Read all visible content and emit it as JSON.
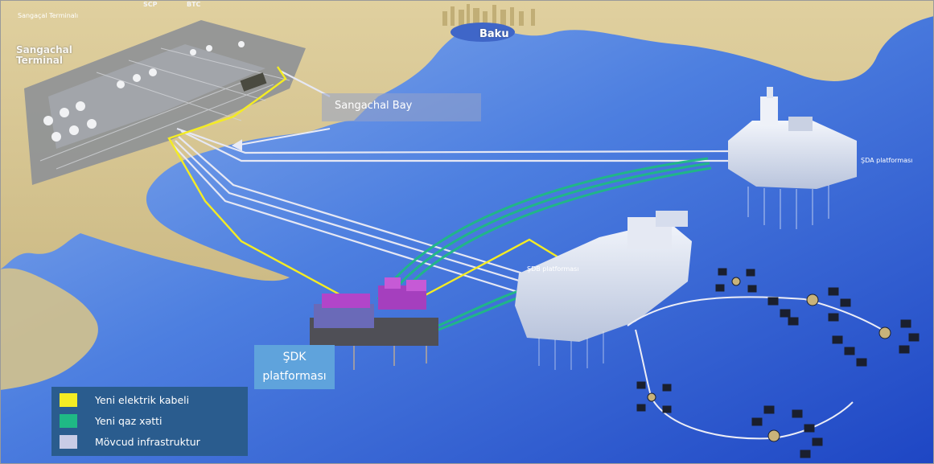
{
  "labels": {
    "sangacal_terminal_small": "Sangaçal Terminalı",
    "sangachal_terminal_line1": "Sangachal",
    "sangachal_terminal_line2": "Terminal",
    "scp": "SCP",
    "btc": "BTC",
    "baku": "Baku",
    "sangachal_bay": "Sangachal Bay",
    "sda_platform": "ŞDA platforması",
    "sdb_platform": "ŞDB platforması",
    "sdk_platform_line1": "ŞDK",
    "sdk_platform_line2": "platforması"
  },
  "legend": [
    {
      "label": "Yeni elektrik kabeli",
      "color": "#f4ec23"
    },
    {
      "label": "Yeni qaz xətti",
      "color": "#1fb985"
    },
    {
      "label": "Mövcud infrastruktur",
      "color": "#c8cce6"
    }
  ],
  "colors": {
    "land": "#d9c795",
    "sea_light": "#6c9ae8",
    "sea_deep": "#1f4bc8",
    "electric_cable": "#f4ec23",
    "gas_line": "#1fb985",
    "existing": "#e7e9f5"
  }
}
